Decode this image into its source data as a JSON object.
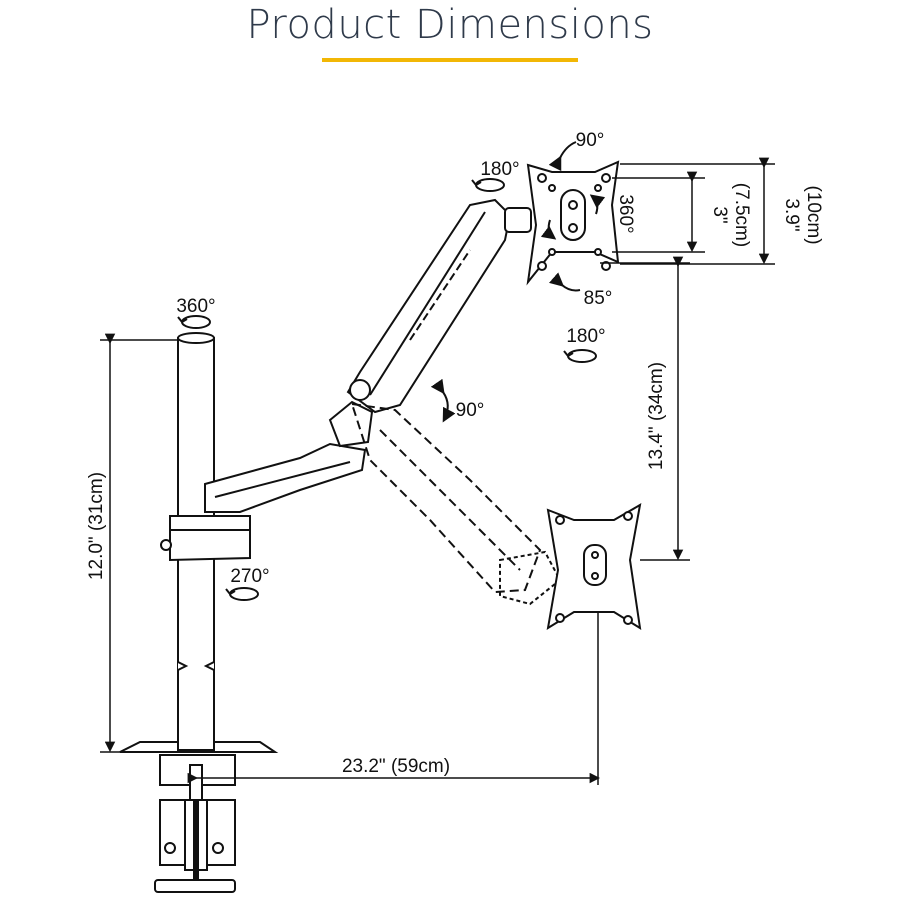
{
  "title": "Product Dimensions",
  "accent_color": "#f2b705",
  "title_color": "#2f3a4a",
  "line_color": "#111111",
  "rotations": {
    "pole_top": "360°",
    "arm_base": "270°",
    "head_tilt_top": "90°",
    "head_swivel": "180°",
    "head_rotate": "360°",
    "head_tilt_bottom": "85°",
    "lower_swivel": "180°",
    "elbow": "90°"
  },
  "dimensions": {
    "pole_height": "12.0\" (31cm)",
    "arm_reach": "23.2\" (59cm)",
    "vertical_travel": "13.4\" (34cm)",
    "vesa_small_in": "3\"",
    "vesa_small_cm": "(7.5cm)",
    "vesa_large_in": "3.9\"",
    "vesa_large_cm": "(10cm)"
  }
}
